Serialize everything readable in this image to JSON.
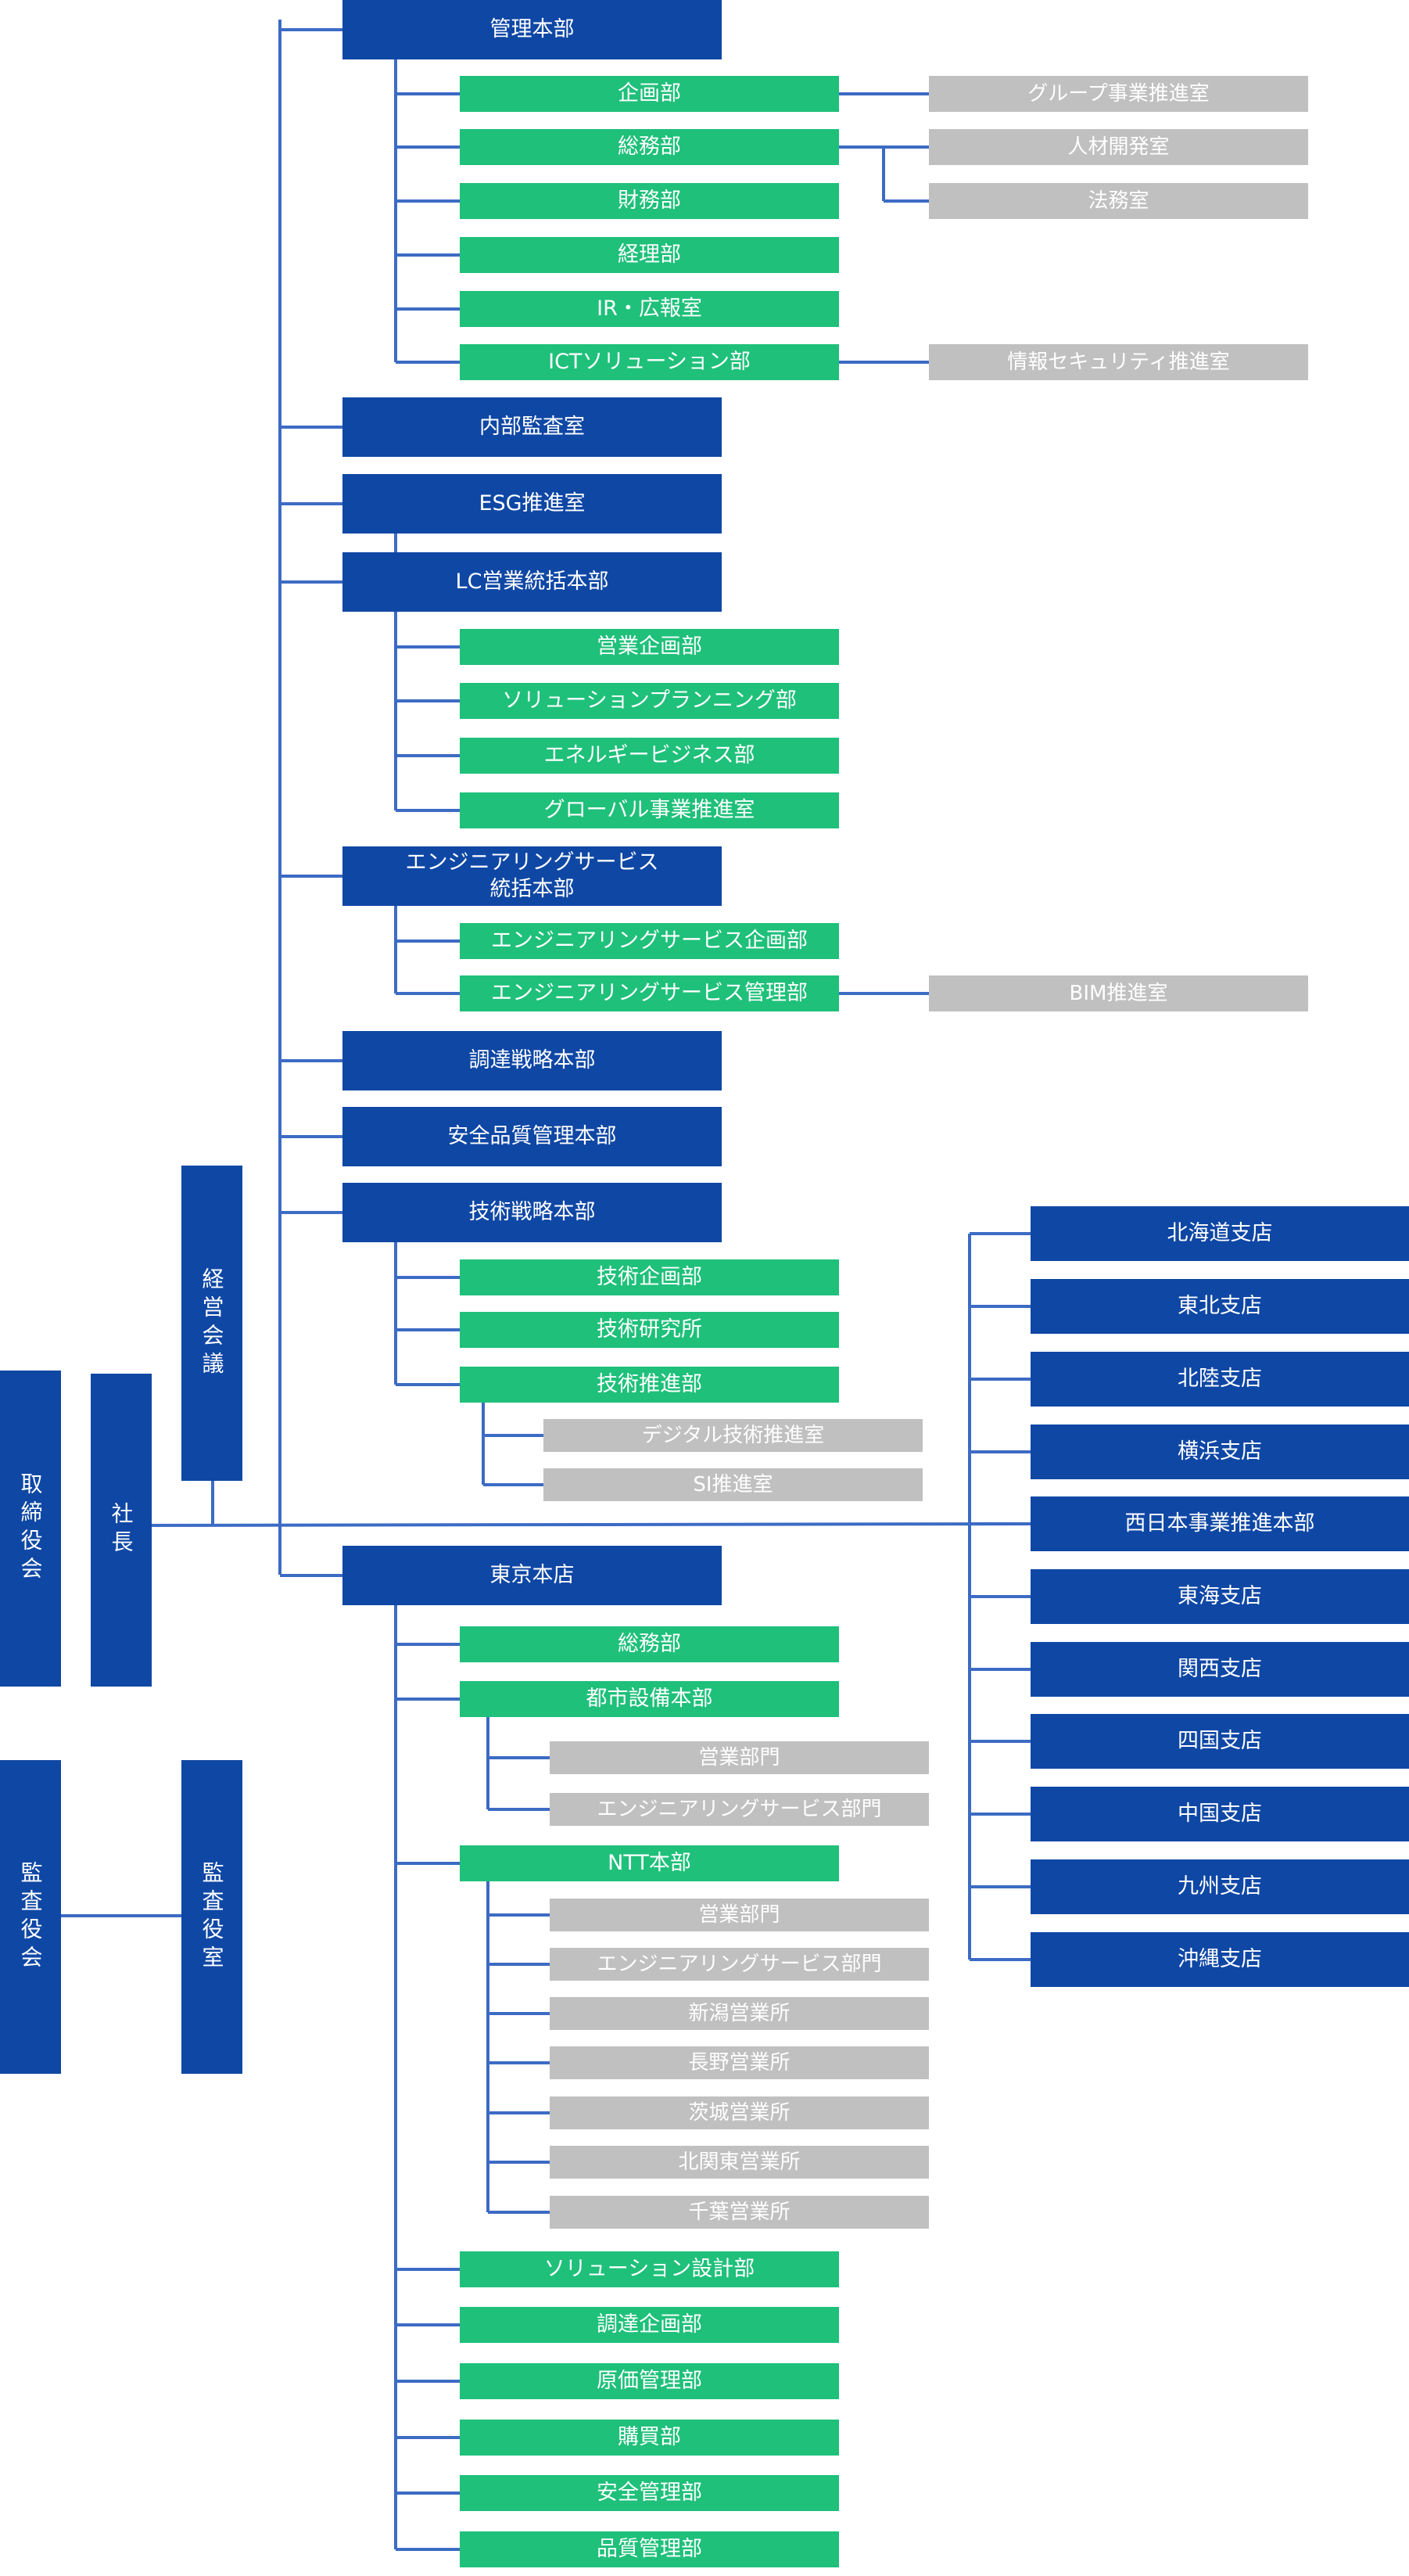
{
  "colors": {
    "navy": "#0f47a5",
    "green": "#1fc07a",
    "grey": "#c0c0c0",
    "line": "#3c6bc4"
  },
  "top": {
    "board": "取締役会",
    "president": "社長",
    "management_meeting": "経営会議",
    "auditors_board": "監査役会",
    "auditors_office": "監査役室"
  },
  "hq": [
    {
      "label": "管理本部",
      "children": [
        {
          "label": "企画部",
          "children": [
            "グループ事業推進室"
          ]
        },
        {
          "label": "総務部",
          "children": [
            "人材開発室",
            "法務室"
          ]
        },
        {
          "label": "財務部"
        },
        {
          "label": "経理部"
        },
        {
          "label": "IR・広報室"
        },
        {
          "label": "ICTソリューション部",
          "children": [
            "情報セキュリティ推進室"
          ]
        }
      ]
    },
    {
      "label": "内部監査室"
    },
    {
      "label": "ESG推進室"
    },
    {
      "label": "LC営業統括本部",
      "children": [
        {
          "label": "営業企画部"
        },
        {
          "label": "ソリューションプランニング部"
        },
        {
          "label": "エネルギービジネス部"
        },
        {
          "label": "グローバル事業推進室"
        }
      ]
    },
    {
      "label": "エンジニアリングサービス\n統括本部",
      "children": [
        {
          "label": "エンジニアリングサービス企画部"
        },
        {
          "label": "エンジニアリングサービス管理部",
          "children": [
            "BIM推進室"
          ]
        }
      ]
    },
    {
      "label": "調達戦略本部"
    },
    {
      "label": "安全品質管理本部"
    },
    {
      "label": "技術戦略本部",
      "children": [
        {
          "label": "技術企画部"
        },
        {
          "label": "技術研究所"
        },
        {
          "label": "技術推進部",
          "children": [
            "デジタル技術推進室",
            "SI推進室"
          ]
        }
      ]
    },
    {
      "label": "東京本店",
      "children": [
        {
          "label": "総務部"
        },
        {
          "label": "都市設備本部",
          "children": [
            "営業部門",
            "エンジニアリングサービス部門"
          ]
        },
        {
          "label": "NTT本部",
          "children": [
            "営業部門",
            "エンジニアリングサービス部門",
            "新潟営業所",
            "長野営業所",
            "茨城営業所",
            "北関東営業所",
            "千葉営業所"
          ]
        },
        {
          "label": "ソリューション設計部"
        },
        {
          "label": "調達企画部"
        },
        {
          "label": "原価管理部"
        },
        {
          "label": "購買部"
        },
        {
          "label": "安全管理部"
        },
        {
          "label": "品質管理部"
        }
      ]
    }
  ],
  "branches": [
    "北海道支店",
    "東北支店",
    "北陸支店",
    "横浜支店",
    "西日本事業推進本部",
    "東海支店",
    "関西支店",
    "四国支店",
    "中国支店",
    "九州支店",
    "沖縄支店"
  ]
}
